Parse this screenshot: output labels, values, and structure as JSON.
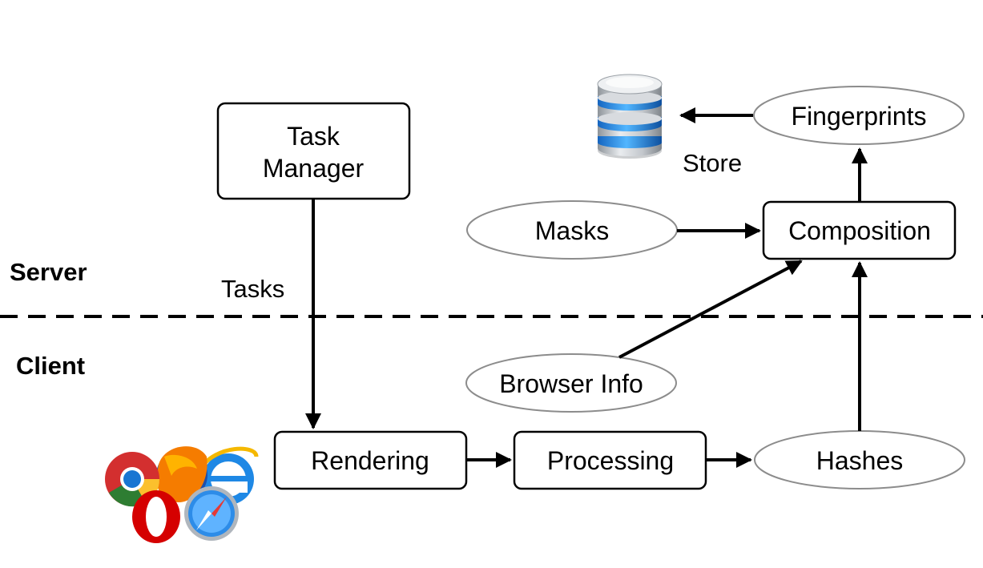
{
  "zones": {
    "server": "Server",
    "client": "Client"
  },
  "nodes": {
    "task_manager": [
      "Task",
      "Manager"
    ],
    "rendering": "Rendering",
    "processing": "Processing",
    "hashes": "Hashes",
    "browser_info": "Browser Info",
    "masks": "Masks",
    "composition": "Composition",
    "fingerprints": "Fingerprints"
  },
  "edge_labels": {
    "tasks": "Tasks",
    "store": "Store"
  },
  "icons": {
    "database": "database-icon",
    "browsers": "browser-logos-icon"
  },
  "colors": {
    "stroke": "#000000",
    "ellipse_stroke": "#8c8c8c",
    "db_blue": "#2f8fe0",
    "db_silver": "#c9ccd0"
  }
}
